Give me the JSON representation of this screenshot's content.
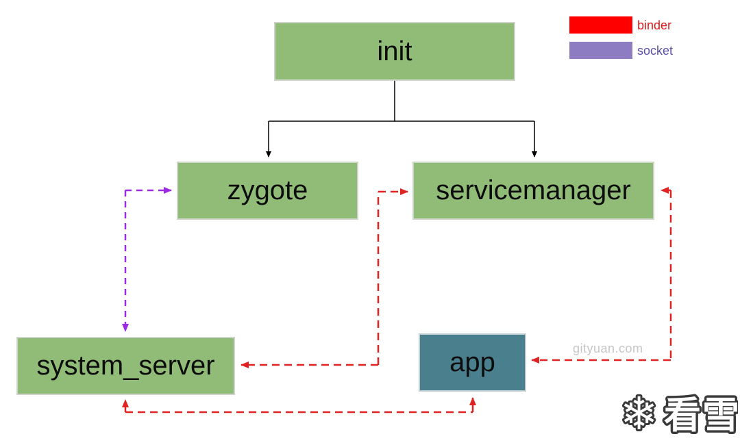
{
  "diagram": {
    "nodes": {
      "init": {
        "label": "init",
        "fill": "#90bc78"
      },
      "zygote": {
        "label": "zygote",
        "fill": "#90bc78"
      },
      "servicemanager": {
        "label": "servicemanager",
        "fill": "#90bc78"
      },
      "system_server": {
        "label": "system_server",
        "fill": "#90bc78"
      },
      "app": {
        "label": "app",
        "fill": "#4a7f8e"
      }
    },
    "connections": [
      {
        "from": "init",
        "to": "zygote",
        "type": "fork",
        "bidirectional": false
      },
      {
        "from": "init",
        "to": "servicemanager",
        "type": "fork",
        "bidirectional": false
      },
      {
        "from": "zygote",
        "to": "system_server",
        "type": "socket",
        "bidirectional": true
      },
      {
        "from": "system_server",
        "to": "servicemanager",
        "type": "binder",
        "bidirectional": true
      },
      {
        "from": "app",
        "to": "servicemanager",
        "type": "binder",
        "bidirectional": true
      },
      {
        "from": "system_server",
        "to": "app",
        "type": "binder",
        "bidirectional": true
      }
    ]
  },
  "legend": {
    "items": [
      {
        "label": "binder",
        "swatch_color": "#ff0000",
        "label_color": "#e01b1b"
      },
      {
        "label": "socket",
        "swatch_color": "#8e7cc3",
        "label_color": "#5b4fa2"
      }
    ]
  },
  "colors": {
    "binder_line": "#e02222",
    "socket_line": "#9a2be2",
    "fork_line": "#000000",
    "node_text": "#0d0d0d",
    "watermark": "#c6c6c6",
    "logo_outline": "#3a3a3a"
  },
  "watermark": "gityuan.com",
  "logo": {
    "snowflake_icon": "❄",
    "text": "看雪"
  }
}
